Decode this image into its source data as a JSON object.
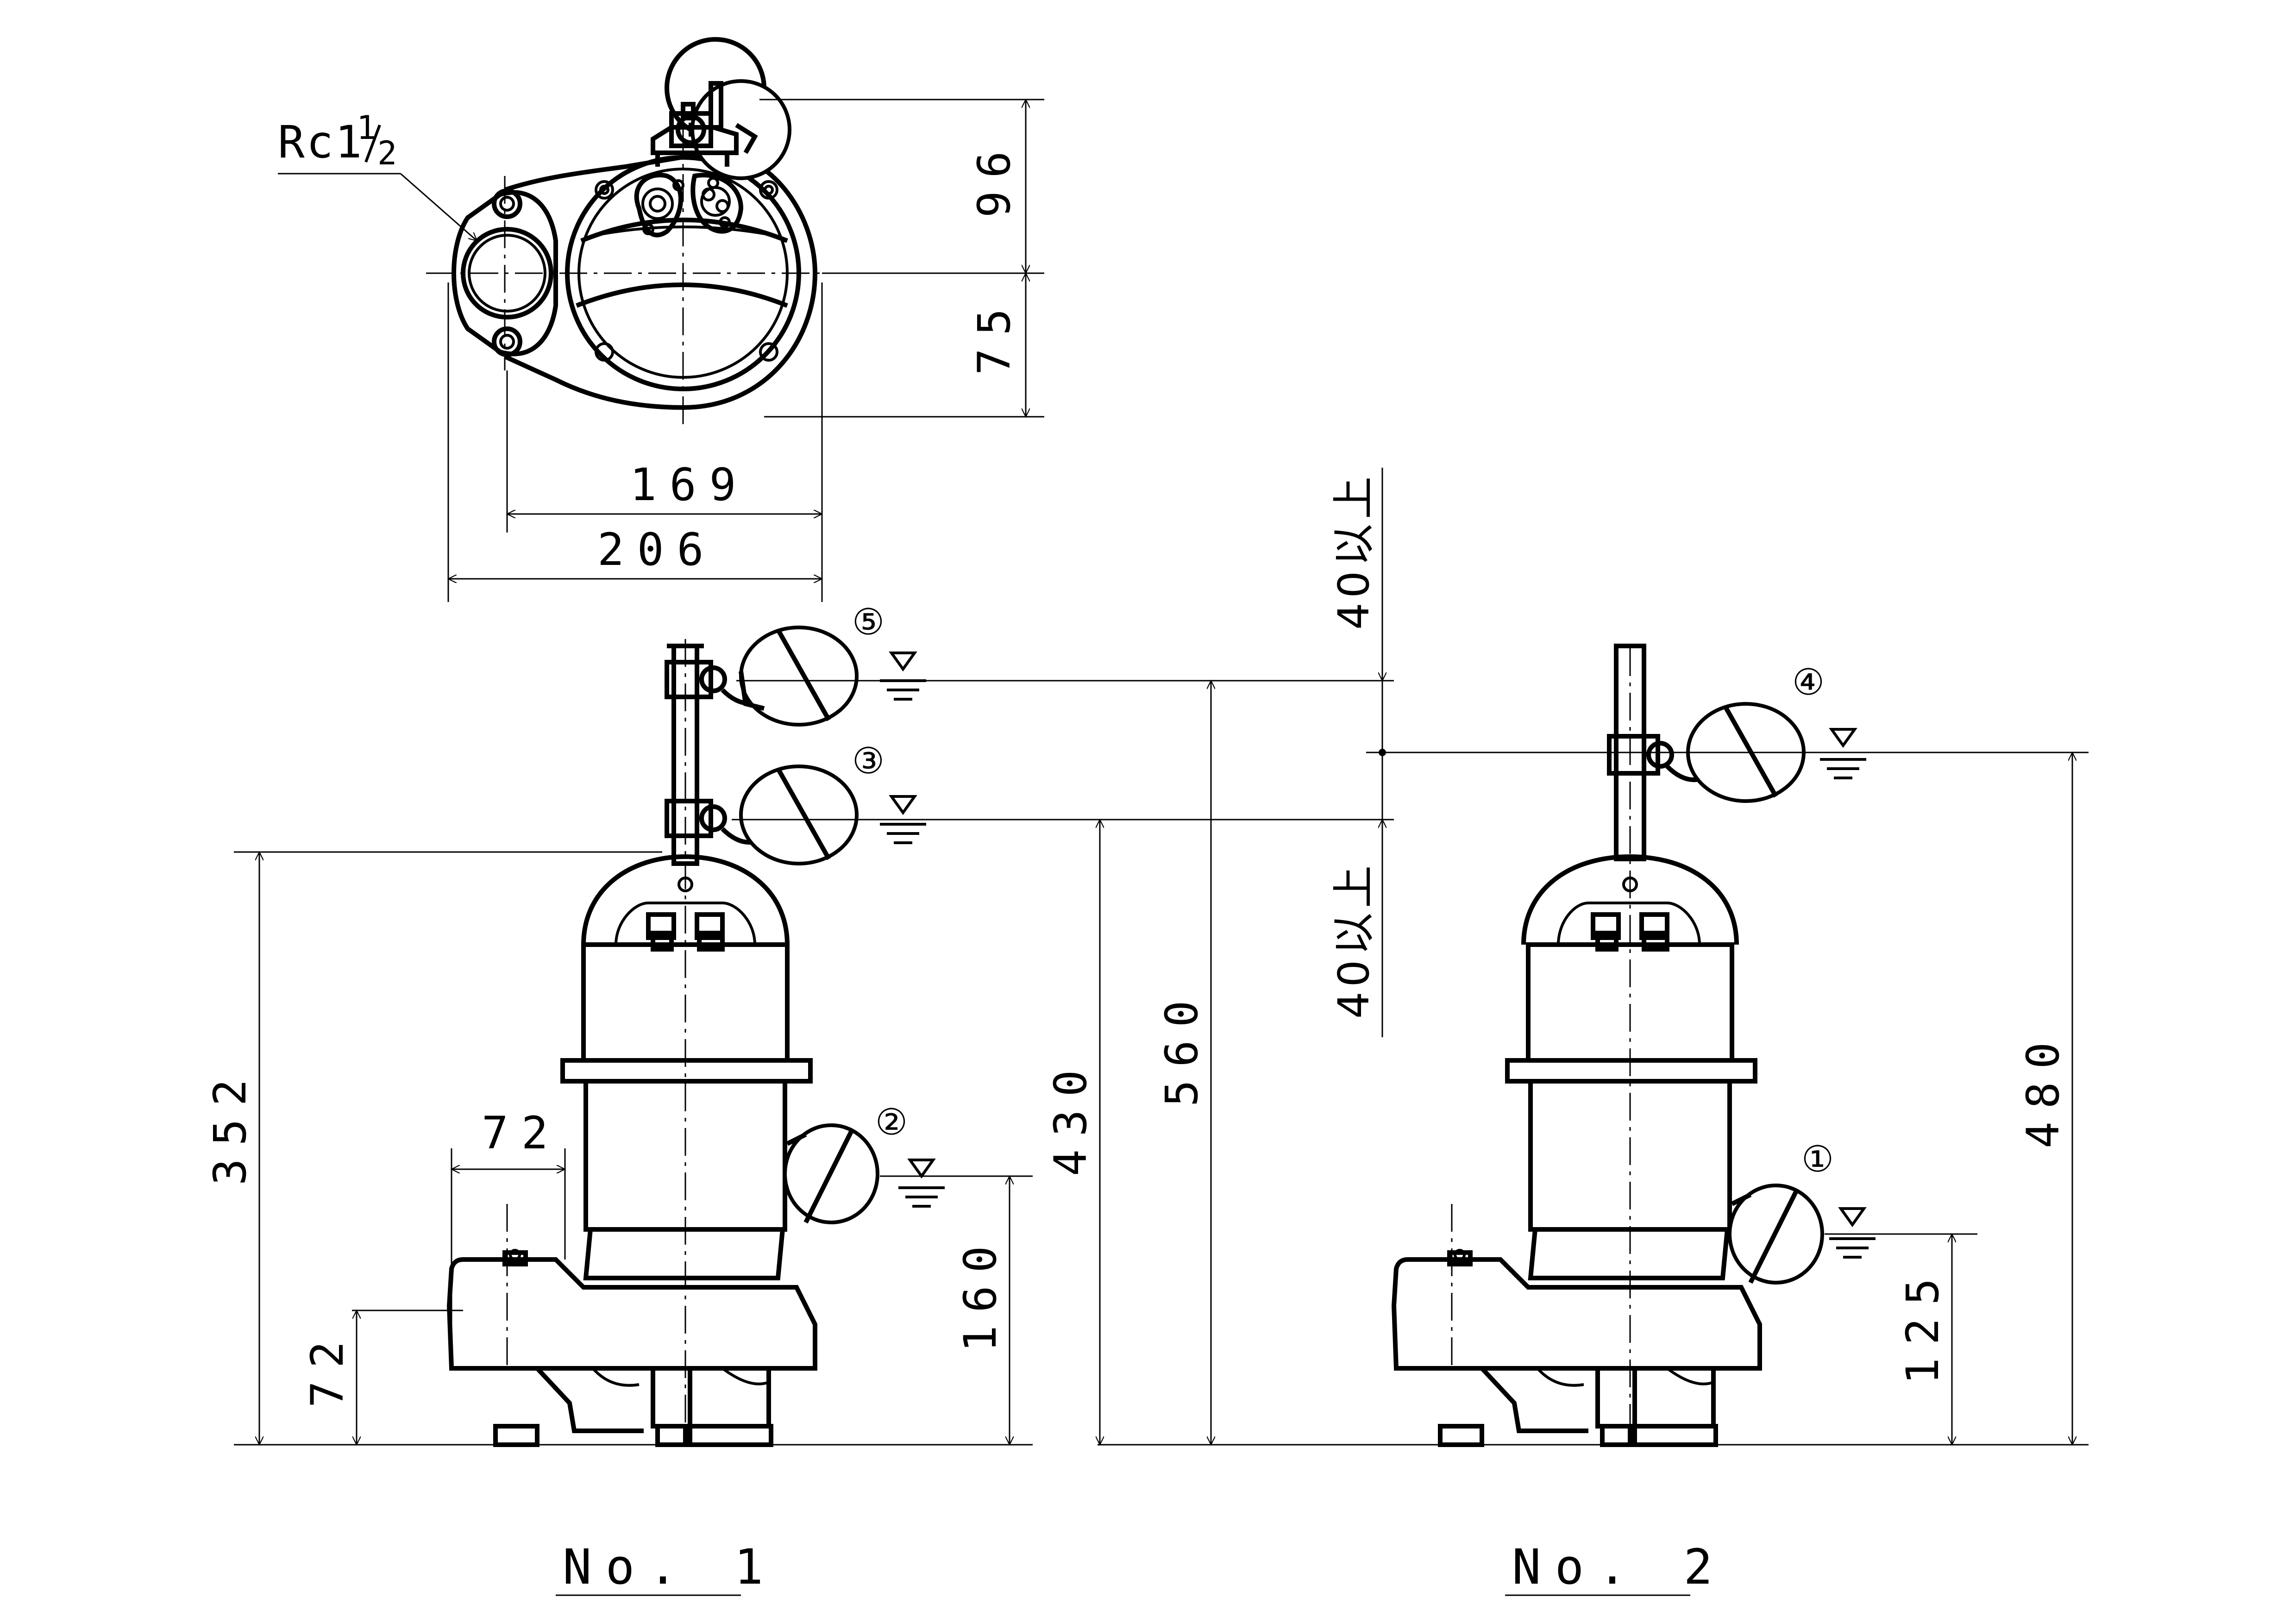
{
  "top_view": {
    "thread_label": "Rc1",
    "thread_fraction_num": "1",
    "thread_fraction_den": "2",
    "dim_vertical_upper": "96",
    "dim_vertical_lower": "75",
    "dim_width_inner": "169",
    "dim_width_outer": "206"
  },
  "no1": {
    "title": "No. 1",
    "dim_overall_height": "352",
    "dim_foot_width": "72",
    "dim_foot_height": "72",
    "dim_level_430": "430",
    "dim_level_560": "560",
    "dim_level_160": "160",
    "markers": [
      "⑤",
      "③",
      "②"
    ]
  },
  "no2": {
    "title": "No. 2",
    "dim_clearance_top": "40以上",
    "dim_clearance_bottom": "40以上",
    "dim_level_480": "480",
    "dim_level_125": "125",
    "markers": [
      "④",
      "①"
    ]
  }
}
